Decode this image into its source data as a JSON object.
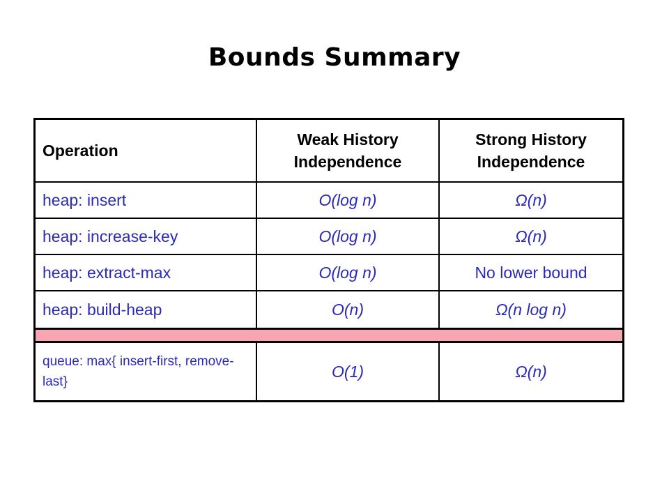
{
  "title": "Bounds Summary",
  "table": {
    "headers": [
      "Operation",
      "Weak History Independence",
      "Strong History Independence"
    ],
    "rows": [
      {
        "operation": "heap: insert",
        "weak": "O(log n)",
        "strong": "Ω(n)"
      },
      {
        "operation": "heap: increase-key",
        "weak": "O(log n)",
        "strong": "Ω(n)"
      },
      {
        "operation": "heap: extract-max",
        "weak": "O(log n)",
        "strong": "No lower bound"
      },
      {
        "operation": "heap: build-heap",
        "weak": "O(n)",
        "strong": "Ω(n log n)"
      }
    ],
    "queue_row": {
      "operation": "queue: max{ insert-first, remove-last}",
      "weak": "O(1)",
      "strong": "Ω(n)"
    }
  },
  "colors": {
    "operation_text": "#2a2ab6",
    "separator": "#f7a5b2"
  }
}
